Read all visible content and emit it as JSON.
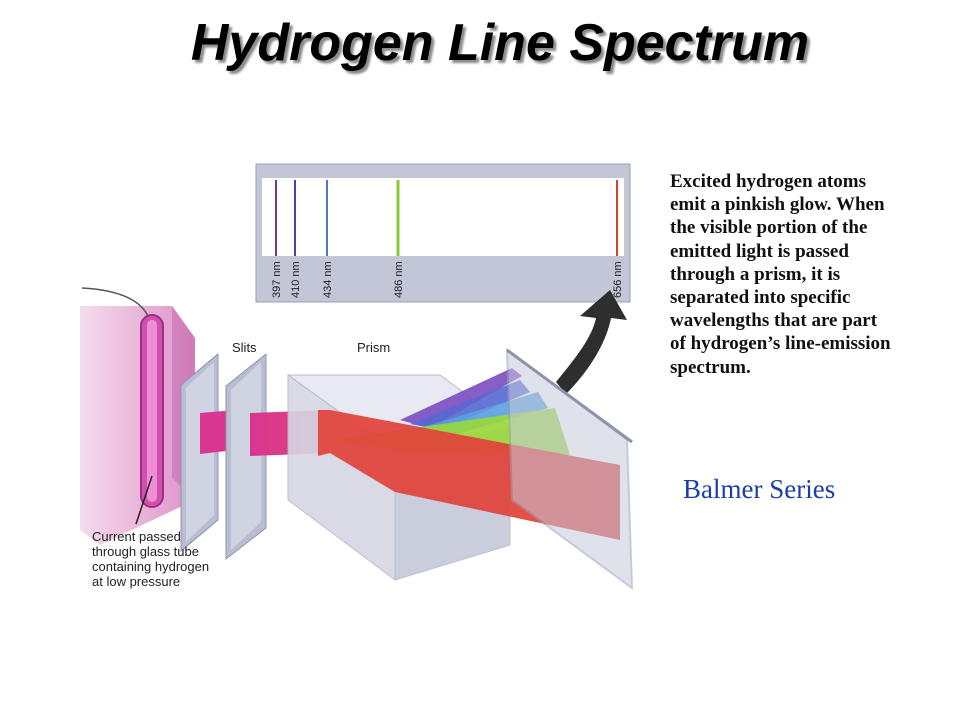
{
  "title": "Hydrogen Line Spectrum",
  "spectrum": {
    "lines": [
      {
        "label": "397 nm",
        "color": "#6a3a8a"
      },
      {
        "label": "410 nm",
        "color": "#5a3aa0"
      },
      {
        "label": "434 nm",
        "color": "#4a7ac8"
      },
      {
        "label": "486 nm",
        "color": "#8ac83a"
      },
      {
        "label": "656 nm",
        "color": "#d0402a"
      }
    ]
  },
  "labels": {
    "slits": "Slits",
    "prism": "Prism",
    "tube_caption": [
      "Current passed",
      "through glass tube",
      "containing hydrogen",
      "at low pressure"
    ]
  },
  "description": [
    "Excited hydrogen atoms",
    "emit a pinkish glow. When",
    "the visible portion of the",
    "emitted light is passed",
    "through a prism, it is",
    "separated into specific",
    "wavelengths that are part",
    "of hydrogen’s line-emission",
    "spectrum."
  ],
  "series_label": "Balmer Series"
}
